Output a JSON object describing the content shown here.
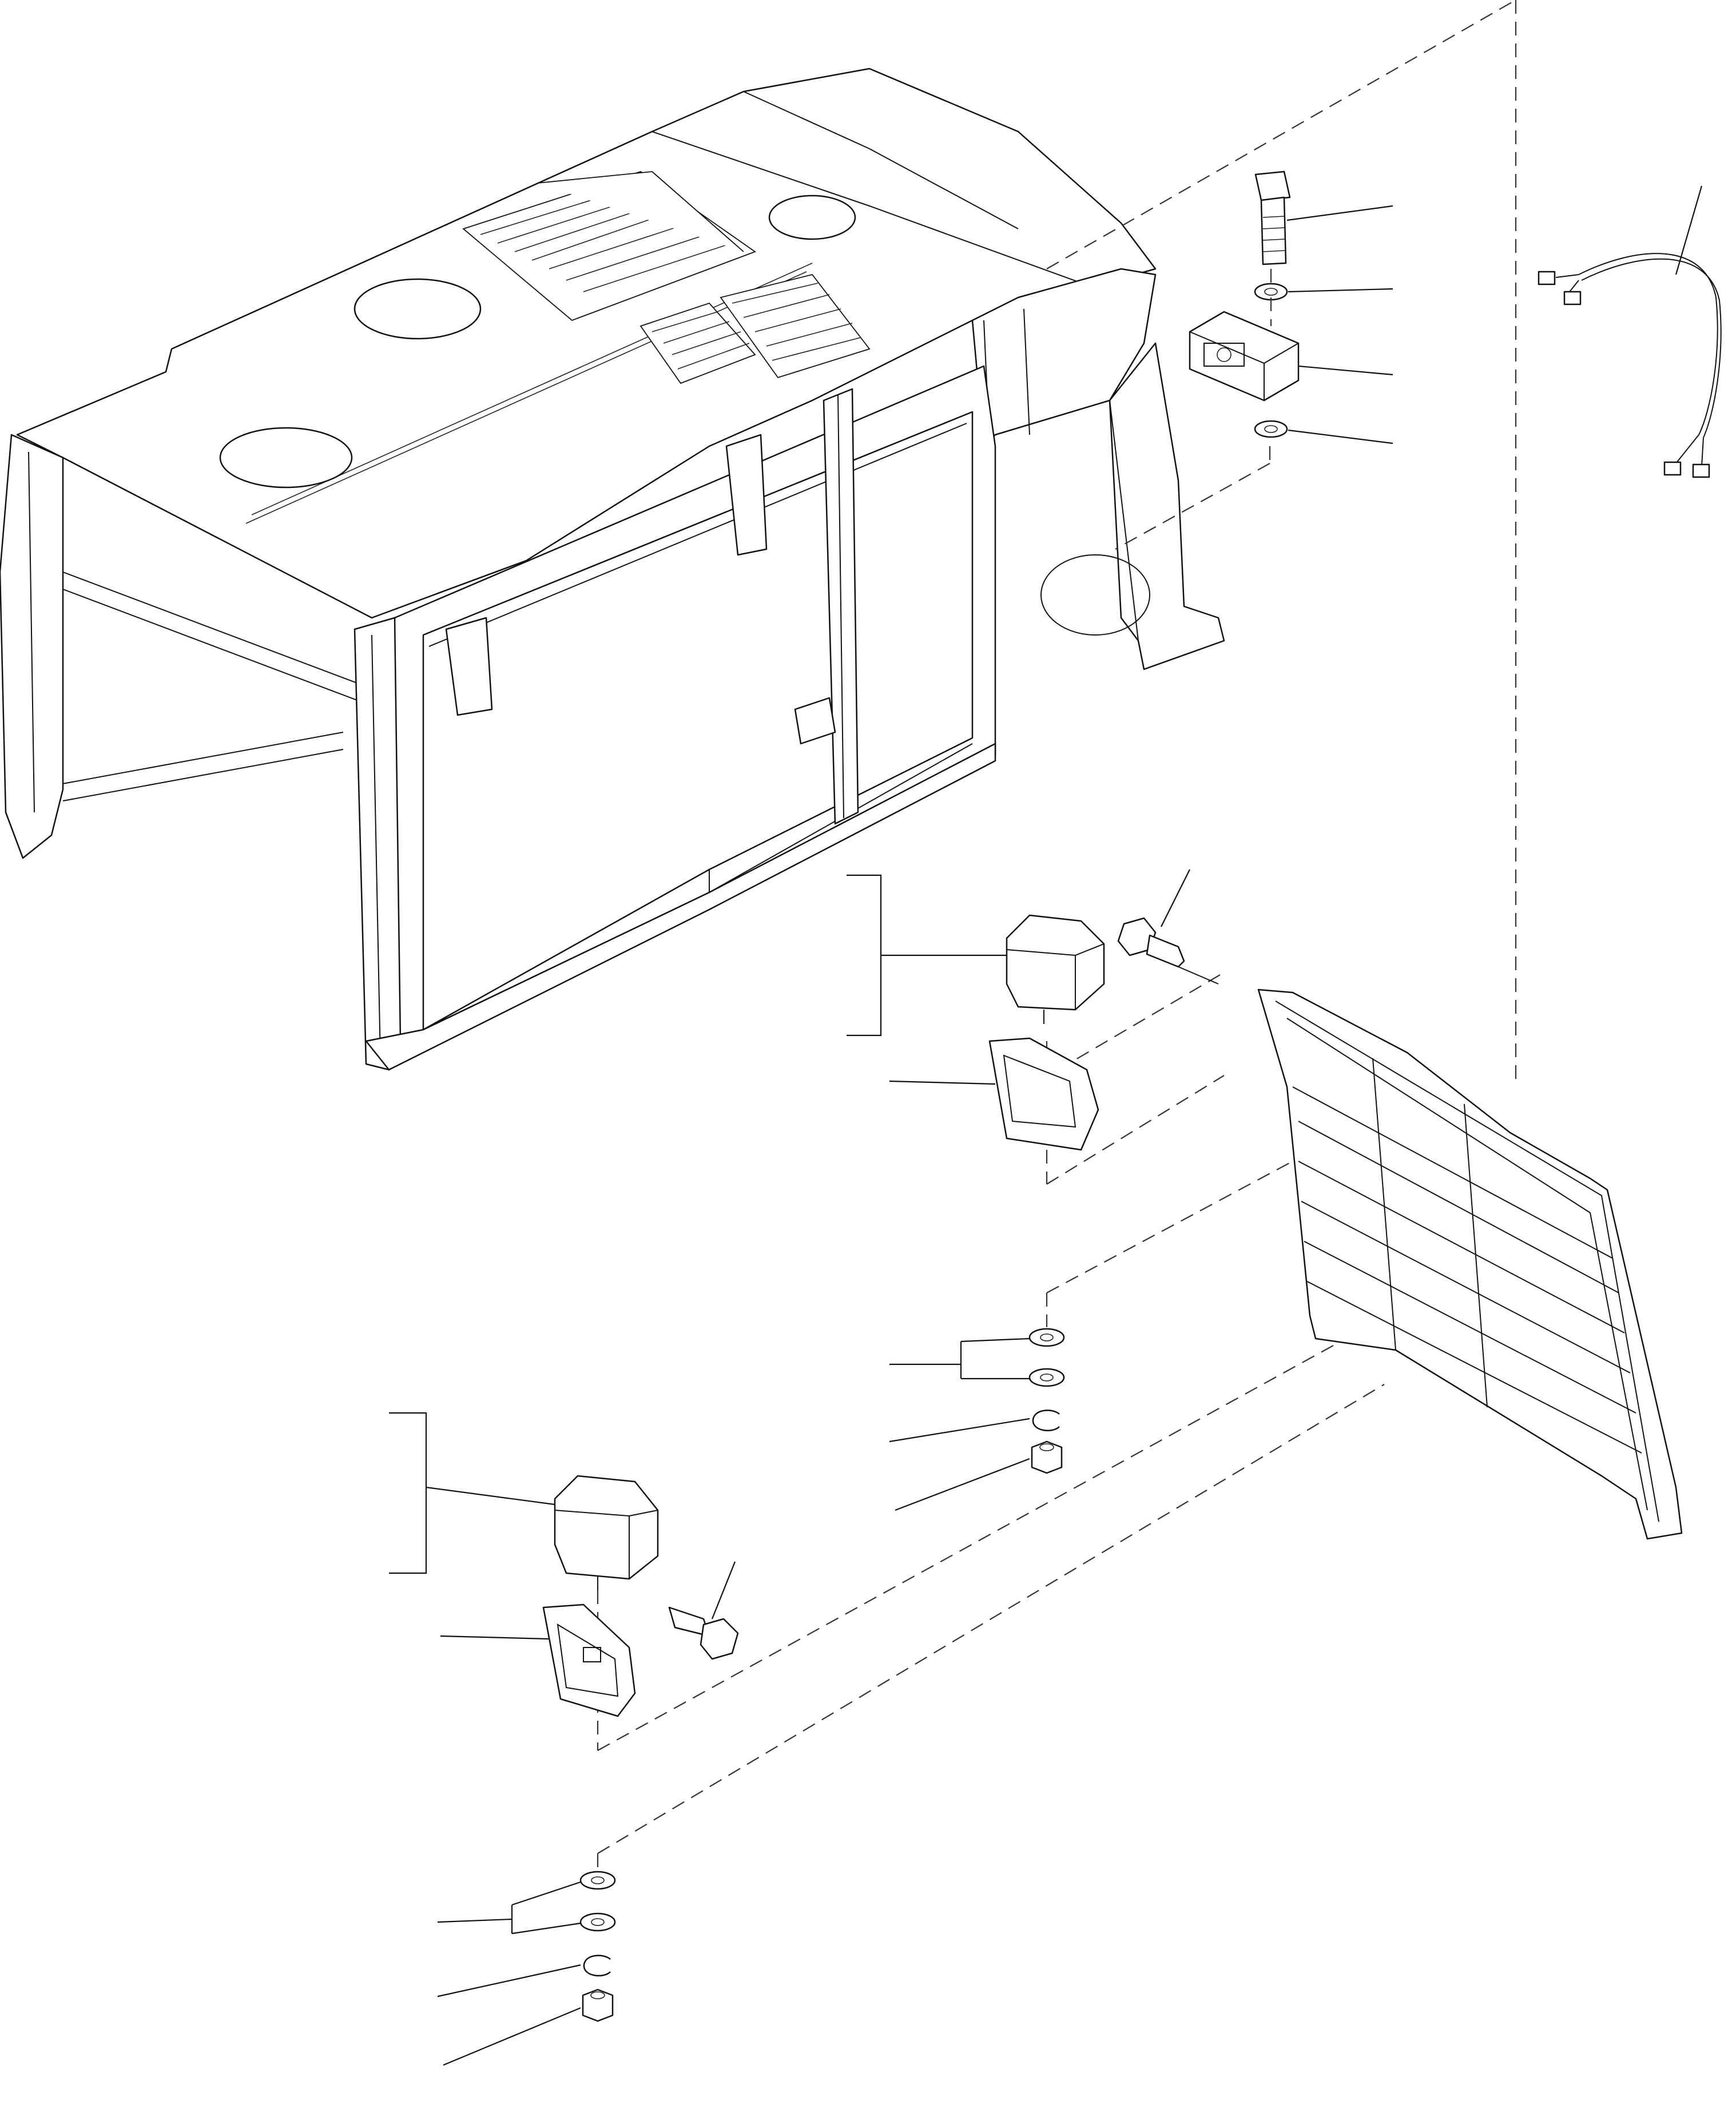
{
  "drawing": {
    "kind": "exploded parts diagram",
    "line_color": "#111111",
    "background_color": "#ffffff",
    "printed_text": []
  },
  "parts": [
    {
      "name": "hood-frame-assembly",
      "icon": "hood-frame-icon"
    },
    {
      "name": "front-grille",
      "icon": "grille-icon"
    },
    {
      "name": "hex-bolt",
      "icon": "bolt-icon"
    },
    {
      "name": "upper-washer",
      "icon": "washer-icon"
    },
    {
      "name": "latch-block",
      "icon": "latch-icon"
    },
    {
      "name": "lower-washer",
      "icon": "washer-icon"
    },
    {
      "name": "wiring-harness",
      "icon": "harness-icon"
    },
    {
      "name": "right-work-lamp",
      "icon": "lamp-icon"
    },
    {
      "name": "right-lamp-bracket",
      "icon": "bracket-icon"
    },
    {
      "name": "right-lamp-screw",
      "icon": "screw-icon"
    },
    {
      "name": "left-work-lamp",
      "icon": "lamp-icon"
    },
    {
      "name": "left-lamp-bracket",
      "icon": "bracket-icon"
    },
    {
      "name": "left-lamp-screw",
      "icon": "screw-icon"
    },
    {
      "name": "right-hardware-stack",
      "icon": "hardware-icon"
    },
    {
      "name": "left-hardware-stack",
      "icon": "hardware-icon"
    }
  ]
}
